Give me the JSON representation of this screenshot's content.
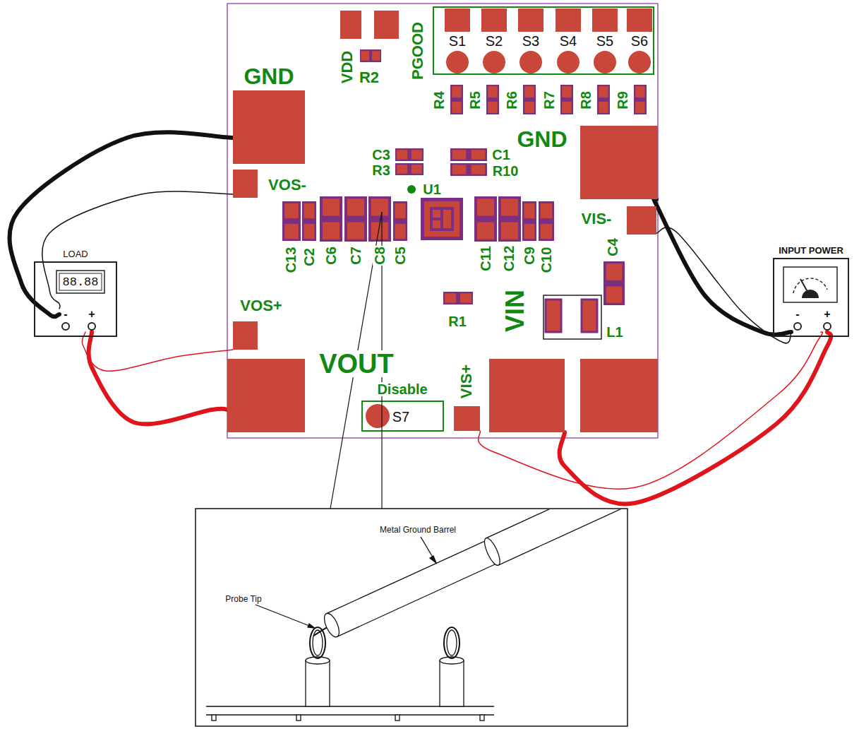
{
  "diagram": {
    "nodes": [
      {
        "text": [
          "GND"
        ]
      },
      {
        "text": [
          "VOS-"
        ]
      },
      {
        "text": [
          "VOS+"
        ]
      },
      {
        "text": [
          "VOUT"
        ]
      },
      {
        "text": [
          "GND"
        ]
      },
      {
        "text": [
          "VIS-"
        ]
      },
      {
        "text": [
          "VIS+"
        ]
      },
      {
        "text": [
          "VIN"
        ]
      },
      {
        "text": [
          "LOAD"
        ]
      },
      {
        "text": [
          "-"
        ],
        "in": 8
      },
      {
        "text": [
          "+"
        ],
        "in": 8
      },
      {
        "text": [
          "INPUT POWER"
        ]
      },
      {
        "text": [
          "-"
        ],
        "in": 11
      },
      {
        "text": [
          "+"
        ],
        "in": 11
      }
    ],
    "edges": [
      {
        "from": 0,
        "to": 9,
        "arrow": "none"
      },
      {
        "from": 1,
        "to": 9,
        "arrow": "none"
      },
      {
        "from": 2,
        "to": 10,
        "arrow": "none"
      },
      {
        "from": 3,
        "to": 10,
        "arrow": "none"
      },
      {
        "from": 4,
        "to": 12,
        "arrow": "none"
      },
      {
        "from": 5,
        "to": 12,
        "arrow": "none"
      },
      {
        "from": 6,
        "to": 13,
        "arrow": "none"
      },
      {
        "from": 7,
        "to": 13,
        "arrow": "none"
      }
    ],
    "labels": [
      "VDD",
      "R2",
      "PGOOD",
      "S1",
      "S2",
      "S3",
      "S4",
      "S5",
      "S6",
      "R4",
      "R5",
      "R6",
      "R7",
      "R8",
      "R9",
      "C3",
      "R3",
      "C1",
      "R10",
      "U1",
      "C13",
      "C2",
      "C6",
      "C7",
      "C8",
      "C5",
      "C11",
      "C12",
      "C9",
      "C10",
      "C4",
      "R1",
      "L1",
      "Disable",
      "S7",
      "88.88",
      "Metal Ground Barrel",
      "Probe Tip"
    ]
  }
}
